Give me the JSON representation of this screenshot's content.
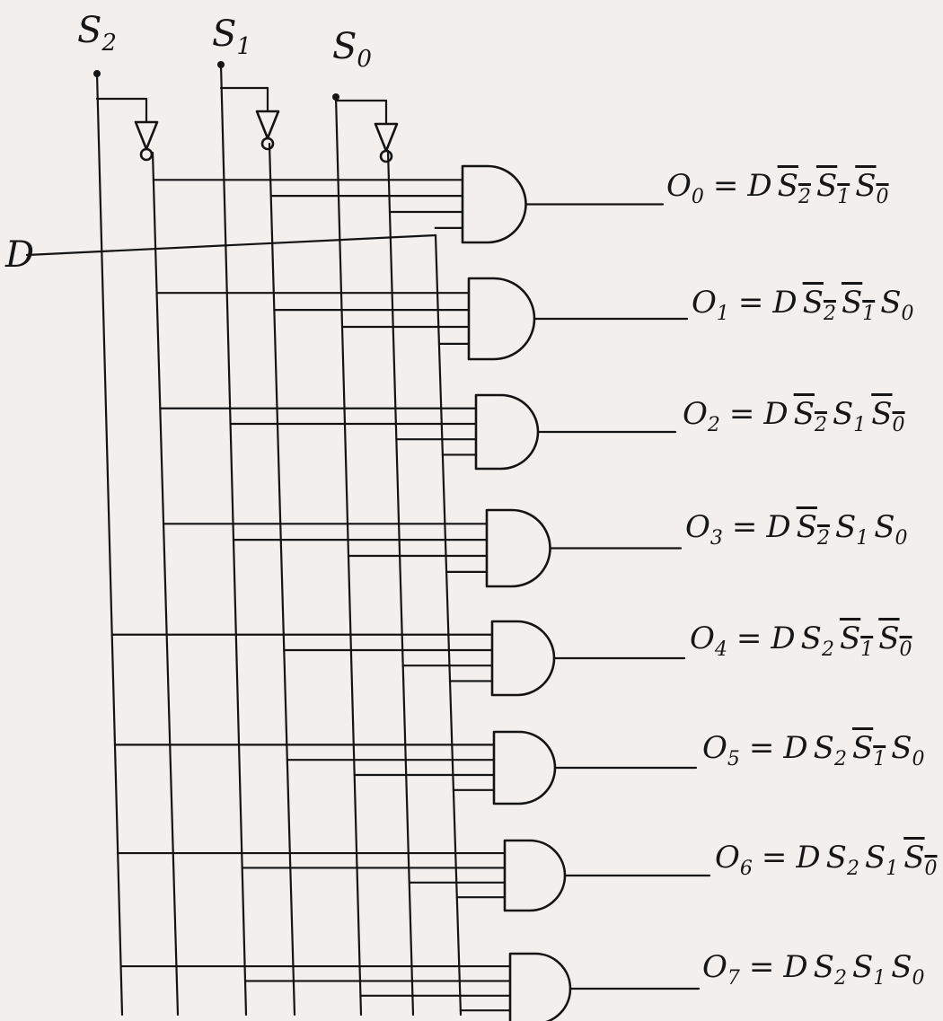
{
  "selects": [
    {
      "label": "S",
      "sub": "2"
    },
    {
      "label": "S",
      "sub": "1"
    },
    {
      "label": "S",
      "sub": "0"
    }
  ],
  "data_input": {
    "label": "D"
  },
  "outputs": [
    {
      "name": "O",
      "sub": "0",
      "eq": "=",
      "terms": [
        {
          "t": "D",
          "bar": false
        },
        {
          "t": "S2",
          "bar": true
        },
        {
          "t": "S1",
          "bar": true
        },
        {
          "t": "S0",
          "bar": true
        }
      ]
    },
    {
      "name": "O",
      "sub": "1",
      "eq": "=",
      "terms": [
        {
          "t": "D",
          "bar": false
        },
        {
          "t": "S2",
          "bar": true
        },
        {
          "t": "S1",
          "bar": true
        },
        {
          "t": "S0",
          "bar": false
        }
      ]
    },
    {
      "name": "O",
      "sub": "2",
      "eq": "=",
      "terms": [
        {
          "t": "D",
          "bar": false
        },
        {
          "t": "S2",
          "bar": true
        },
        {
          "t": "S1",
          "bar": false
        },
        {
          "t": "S0",
          "bar": true
        }
      ]
    },
    {
      "name": "O",
      "sub": "3",
      "eq": "=",
      "terms": [
        {
          "t": "D",
          "bar": false
        },
        {
          "t": "S2",
          "bar": true
        },
        {
          "t": "S1",
          "bar": false
        },
        {
          "t": "S0",
          "bar": false
        }
      ]
    },
    {
      "name": "O",
      "sub": "4",
      "eq": "=",
      "terms": [
        {
          "t": "D",
          "bar": false
        },
        {
          "t": "S2",
          "bar": false
        },
        {
          "t": "S1",
          "bar": true
        },
        {
          "t": "S0",
          "bar": true
        }
      ]
    },
    {
      "name": "O",
      "sub": "5",
      "eq": "=",
      "terms": [
        {
          "t": "D",
          "bar": false
        },
        {
          "t": "S2",
          "bar": false
        },
        {
          "t": "S1",
          "bar": true
        },
        {
          "t": "S0",
          "bar": false
        }
      ]
    },
    {
      "name": "O",
      "sub": "6",
      "eq": "=",
      "terms": [
        {
          "t": "D",
          "bar": false
        },
        {
          "t": "S2",
          "bar": false
        },
        {
          "t": "S1",
          "bar": false
        },
        {
          "t": "S0",
          "bar": true
        }
      ]
    },
    {
      "name": "O",
      "sub": "7",
      "eq": "=",
      "terms": [
        {
          "t": "D",
          "bar": false
        },
        {
          "t": "S2",
          "bar": false
        },
        {
          "t": "S1",
          "bar": false
        },
        {
          "t": "S0",
          "bar": false
        }
      ]
    }
  ],
  "colors": {
    "ink": "#141414",
    "paper": "#f3efec"
  }
}
